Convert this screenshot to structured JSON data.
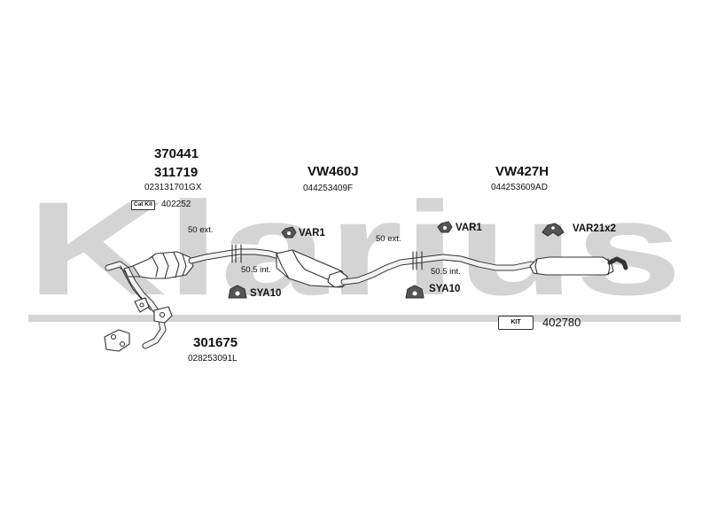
{
  "watermark": {
    "text": "Klarius",
    "color": "#d4d4d4"
  },
  "colors": {
    "ink": "#333333",
    "pipe_fill": "#f2f2f2",
    "shade": "#bbbbbb"
  },
  "parts": {
    "cat_primary": {
      "number": "370441"
    },
    "cat_secondary": {
      "number": "311719",
      "oem": "023131701GX"
    },
    "cat_kit": {
      "badge": "Cat Kit",
      "number": "402252"
    },
    "front_pipe": {
      "number": "301675",
      "oem": "028253091L"
    },
    "centre_box": {
      "number": "VW460J",
      "oem": "044253409F"
    },
    "rear_box": {
      "number": "VW427H",
      "oem": "044253609AD"
    },
    "fitting_kit": {
      "badge": "KIT",
      "number": "402780"
    }
  },
  "fittings": {
    "var1_a": {
      "label": "VAR1",
      "icon": "rubber-mount-icon"
    },
    "var1_b": {
      "label": "VAR1",
      "icon": "rubber-mount-icon"
    },
    "var21": {
      "label": "VAR21x2",
      "icon": "hanger-bracket-icon"
    },
    "sya10_a": {
      "label": "SYA10",
      "icon": "pipe-clamp-icon"
    },
    "sya10_b": {
      "label": "SYA10",
      "icon": "pipe-clamp-icon"
    }
  },
  "joints": {
    "joint1": {
      "ext": "50 ext.",
      "int": "50.5 int."
    },
    "joint2": {
      "ext": "50 ext.",
      "int": "50.5 int."
    }
  }
}
